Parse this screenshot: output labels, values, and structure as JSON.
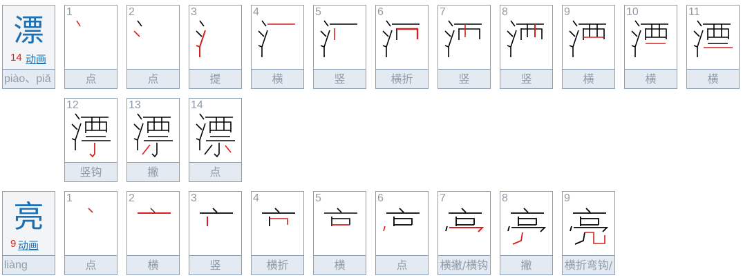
{
  "characters": [
    {
      "char": "漂",
      "stroke_count": "14",
      "animate_label": "动画",
      "pinyin": "piào、piǎ",
      "strokes": [
        {
          "n": "1",
          "name": "点"
        },
        {
          "n": "2",
          "name": "点"
        },
        {
          "n": "3",
          "name": "提"
        },
        {
          "n": "4",
          "name": "横"
        },
        {
          "n": "5",
          "name": "竖"
        },
        {
          "n": "6",
          "name": "横折"
        },
        {
          "n": "7",
          "name": "竖"
        },
        {
          "n": "8",
          "name": "竖"
        },
        {
          "n": "9",
          "name": "横"
        },
        {
          "n": "10",
          "name": "横"
        },
        {
          "n": "11",
          "name": "横"
        },
        {
          "n": "12",
          "name": "竖钩"
        },
        {
          "n": "13",
          "name": "撇"
        },
        {
          "n": "14",
          "name": "点"
        }
      ]
    },
    {
      "char": "亮",
      "stroke_count": "9",
      "animate_label": "动画",
      "pinyin": "liàng",
      "strokes": [
        {
          "n": "1",
          "name": "点"
        },
        {
          "n": "2",
          "name": "横"
        },
        {
          "n": "3",
          "name": "竖"
        },
        {
          "n": "4",
          "name": "横折"
        },
        {
          "n": "5",
          "name": "横"
        },
        {
          "n": "6",
          "name": "点"
        },
        {
          "n": "7",
          "name": "横撇/横钩"
        },
        {
          "n": "8",
          "name": "撇"
        },
        {
          "n": "9",
          "name": "横折弯钩/"
        }
      ]
    }
  ],
  "colors": {
    "current_stroke": "#d42020",
    "done_stroke": "#000000",
    "char_blue": "#1a6fb5",
    "count_red": "#e02020"
  }
}
